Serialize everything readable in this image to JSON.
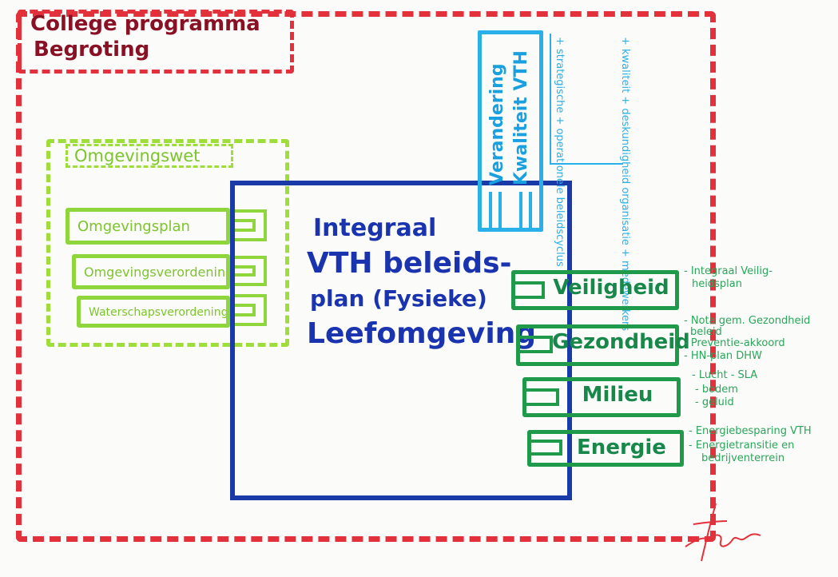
{
  "title": {
    "line1": "College programma",
    "line2": "Begroting"
  },
  "omgevingswet": {
    "label": "Omgevingswet",
    "items": [
      "Omgevingsplan",
      "Omgevingsverordening",
      "Waterschapsverordening"
    ]
  },
  "main": {
    "lines": [
      "Integraal",
      "VTH beleids-",
      "plan (Fysieke)",
      "Leefomgeving"
    ]
  },
  "vth": {
    "vertical_lines": [
      "Verandering",
      "Kwaliteit VTH"
    ],
    "notes": [
      "+ strategische + operationele beleidscyclus",
      "+ kwaliteit + deskundigheid organisatie + medewerkers"
    ]
  },
  "domains": [
    {
      "label": "Veiligheid",
      "notes": [
        "- Integraal Veilig-",
        "heidsplan"
      ]
    },
    {
      "label": "Gezondheid",
      "notes": [
        "- Nota gem. Gezondheid",
        "beleid",
        "- Preventie-akkoord",
        "- HN-plan DHW"
      ]
    },
    {
      "label": "Milieu",
      "notes": [
        "- Lucht - SLA",
        "- bodem",
        "- geluid"
      ]
    },
    {
      "label": "Energie",
      "notes": [
        "- Energiebesparing VTH",
        "- Energietransitie en",
        "bedrijventerrein"
      ]
    }
  ],
  "colors": {
    "red": "#e2313b",
    "lime": "#8fd63d",
    "blue": "#1a3aa8",
    "cyan": "#2ab0e8",
    "green": "#1f9a4a"
  }
}
